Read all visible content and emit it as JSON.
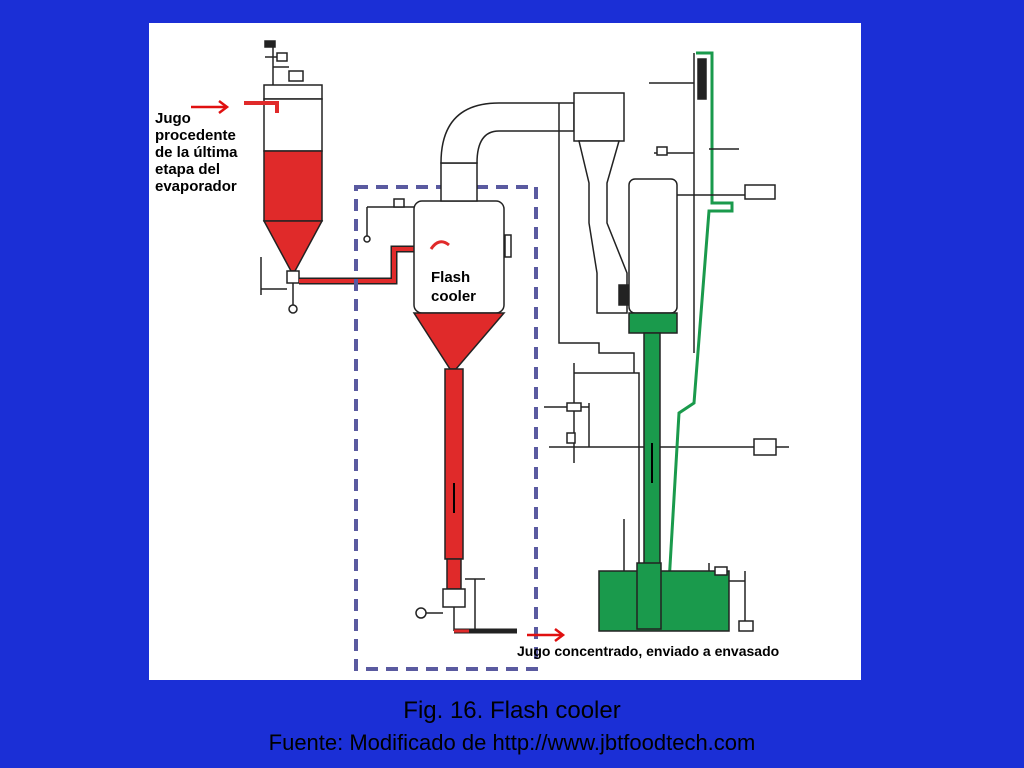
{
  "figure": {
    "source_label": "Jugo\nprocedente\nde la última\netapa del\nevaporador",
    "flash_label": "Flash\ncooler",
    "product_label": "Jugo concentrado, enviado a envasado"
  },
  "caption": {
    "title": "Fig. 16. Flash cooler",
    "source": "Fuente: Modificado de http://www.jbtfoodtech.com"
  },
  "colors": {
    "background": "#1b2fd6",
    "juice": "#e02a2a",
    "condensate": "#1a9a4c",
    "highlight_box": "#5a5aa0",
    "arrow": "#e01010"
  }
}
